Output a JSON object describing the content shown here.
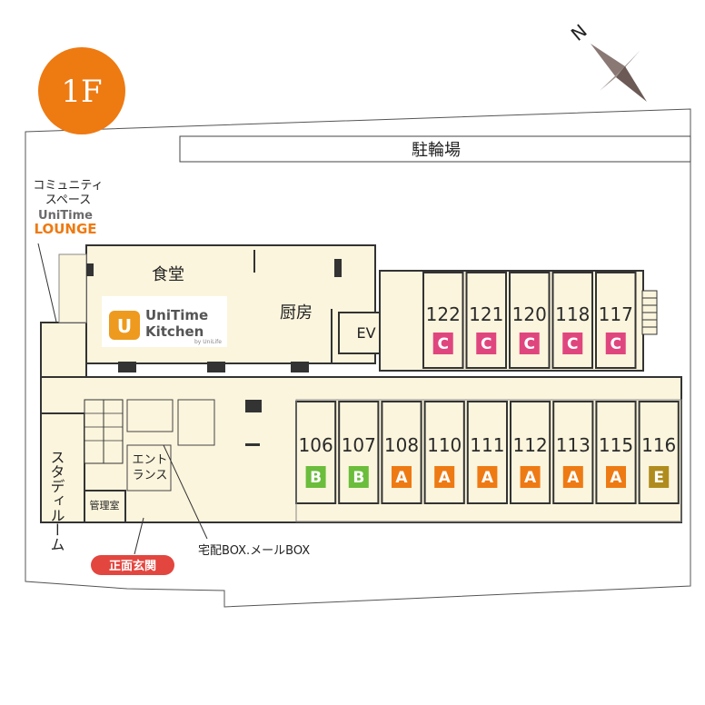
{
  "floor_badge": {
    "label": "1F",
    "color": "#ee7a12"
  },
  "compass": {
    "label": "N",
    "icon": "compass-rose-icon"
  },
  "bike_parking": {
    "label": "駐輪場"
  },
  "community_space": {
    "label_line1": "コミュニティ",
    "label_line2": "スペース",
    "logo_line1": "UniTime",
    "logo_line2": "LOUNGE"
  },
  "dining": {
    "label": "食堂"
  },
  "kitchen": {
    "label": "厨房"
  },
  "kitchen_logo": {
    "line1": "UniTime",
    "line2": "Kitchen",
    "by": "by UniLife"
  },
  "elevator": {
    "label": "EV"
  },
  "study_room": {
    "label": "スタディルーム"
  },
  "manager_room": {
    "label": "管理室"
  },
  "entrance": {
    "label_line1": "エント",
    "label_line2": "ランス"
  },
  "delivery_box": {
    "label": "宅配BOX.メールBOX"
  },
  "main_entrance": {
    "label": "正面玄関",
    "color": "#e3463f"
  },
  "type_colors": {
    "A": "#ee7a14",
    "B": "#6bbd3c",
    "C": "#e0467e",
    "E": "#b08c1e"
  },
  "rooms_top": [
    {
      "number": "122",
      "type": "C"
    },
    {
      "number": "121",
      "type": "C"
    },
    {
      "number": "120",
      "type": "C"
    },
    {
      "number": "118",
      "type": "C"
    },
    {
      "number": "117",
      "type": "C"
    }
  ],
  "rooms_bottom": [
    {
      "number": "106",
      "type": "B"
    },
    {
      "number": "107",
      "type": "B"
    },
    {
      "number": "108",
      "type": "A"
    },
    {
      "number": "110",
      "type": "A"
    },
    {
      "number": "111",
      "type": "A"
    },
    {
      "number": "112",
      "type": "A"
    },
    {
      "number": "113",
      "type": "A"
    },
    {
      "number": "115",
      "type": "A"
    },
    {
      "number": "116",
      "type": "E"
    }
  ]
}
